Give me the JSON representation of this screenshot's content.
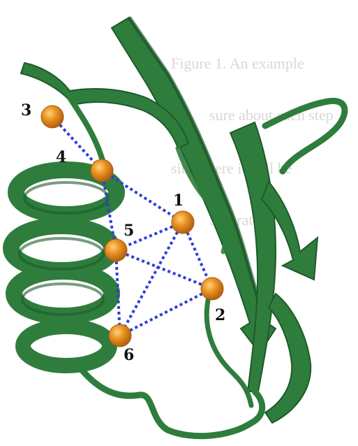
{
  "figure": {
    "colors": {
      "ribbon_fill": "#2f7d3c",
      "ribbon_shadow": "#1d5a29",
      "ribbon_light": "#4e9d58",
      "atom_fill": "#e8901f",
      "atom_shadow": "#a85a10",
      "link_color": "#2f3fd6",
      "bleed_text": "#b9b9b9"
    },
    "atoms": [
      {
        "id": "3",
        "label": "3"
      },
      {
        "id": "4",
        "label": "4"
      },
      {
        "id": "1",
        "label": "1"
      },
      {
        "id": "5",
        "label": "5"
      },
      {
        "id": "2",
        "label": "2"
      },
      {
        "id": "6",
        "label": "6"
      }
    ],
    "links": [
      {
        "from": "3",
        "to": "4"
      },
      {
        "from": "4",
        "to": "1"
      },
      {
        "from": "4",
        "to": "5"
      },
      {
        "from": "1",
        "to": "5"
      },
      {
        "from": "1",
        "to": "2"
      },
      {
        "from": "1",
        "to": "6"
      },
      {
        "from": "5",
        "to": "2"
      },
      {
        "from": "5",
        "to": "6"
      },
      {
        "from": "2",
        "to": "6"
      }
    ],
    "bleed_through_text": [
      "Figure 1.  An example",
      "sure about each step",
      "site where it will be",
      "Saturated ...",
      "...",
      "...",
      "...",
      "..."
    ]
  }
}
